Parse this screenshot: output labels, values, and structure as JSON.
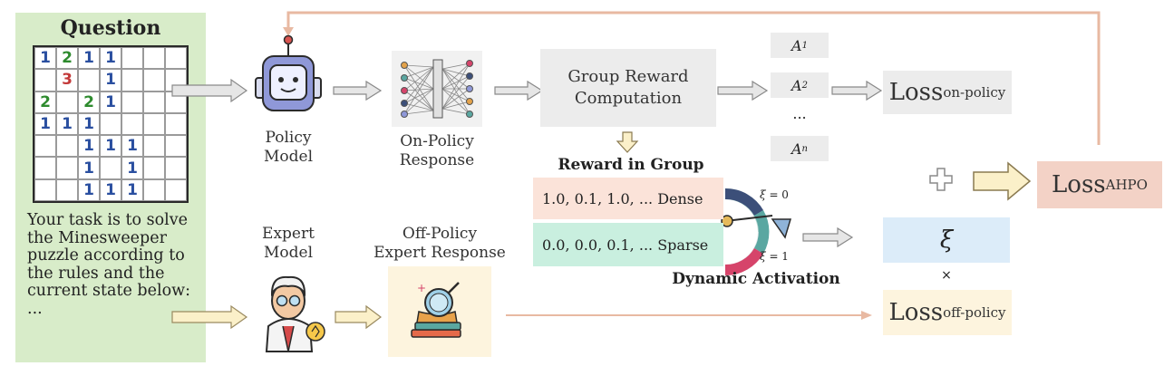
{
  "question": {
    "title": "Question",
    "grid": [
      [
        "1",
        "2",
        "1",
        "1",
        "",
        "",
        ""
      ],
      [
        "",
        "3",
        "",
        "1",
        "",
        "",
        ""
      ],
      [
        "2",
        "",
        "2",
        "1",
        "",
        "",
        ""
      ],
      [
        "1",
        "1",
        "1",
        "",
        "",
        "",
        ""
      ],
      [
        "",
        "",
        "1",
        "1",
        "1",
        "",
        ""
      ],
      [
        "",
        "",
        "1",
        "",
        "1",
        "",
        ""
      ],
      [
        "",
        "",
        "1",
        "1",
        "1",
        "",
        ""
      ]
    ],
    "text_lines": [
      "Your task is to solve",
      "the Minesweeper",
      "puzzle according to",
      "the rules and the",
      "current state below:",
      "..."
    ]
  },
  "policy_model": {
    "label_lines": [
      "Policy",
      "Model"
    ]
  },
  "on_policy_response": {
    "label_lines": [
      "On-Policy",
      "Response"
    ]
  },
  "group_reward": {
    "label_lines": [
      "Group Reward",
      "Computation"
    ]
  },
  "advantages": {
    "a1": "A",
    "a1_sub": "1",
    "a2": "A",
    "a2_sub": "2",
    "dots": "...",
    "an": "A",
    "an_sub": "n"
  },
  "loss_on_policy": {
    "main": "Loss",
    "sub": "on-policy"
  },
  "loss_ahpo": {
    "main": "Loss",
    "sub": "AHPO"
  },
  "loss_off_policy": {
    "main": "Loss",
    "sub": "off-policy"
  },
  "reward_in_group": {
    "title": "Reward in Group",
    "dense_values": "1.0, 0.1, 1.0, ...",
    "dense_label": "Dense",
    "sparse_values": "0.0, 0.0, 0.1, ...",
    "sparse_label": "Sparse"
  },
  "dynamic_activation": {
    "label": "Dynamic Activation",
    "xi_zero": "= 0",
    "xi_one": "= 1",
    "xi_symbol": "ξ"
  },
  "xi_box": "ξ",
  "times": "×",
  "plus": "+",
  "expert_model": {
    "label_lines": [
      "Expert",
      "Model"
    ]
  },
  "off_policy_response": {
    "label_lines": [
      "Off-Policy",
      "Expert Response"
    ]
  },
  "colors": {
    "green_panel": "#d8ecc9",
    "gray_box": "#ececec",
    "peach": "#f6d9cb",
    "ahpo": "#f3d2c6",
    "xi_blue": "#dcecf9",
    "off_yellow": "#fdf4de",
    "dense": "#fbe3d9",
    "sparse": "#c9efdf",
    "feedback_line": "#e8b9a2"
  }
}
